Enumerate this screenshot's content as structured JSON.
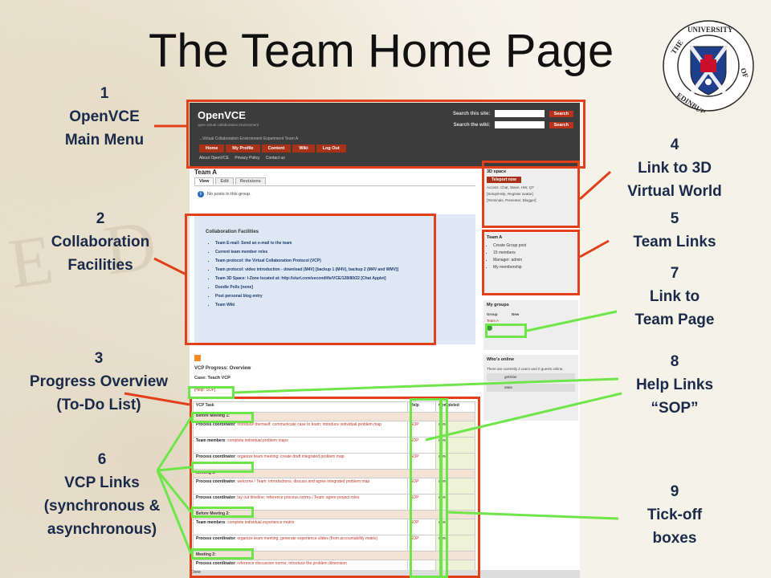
{
  "slide": {
    "title": "The Team Home Page"
  },
  "crest_icon": "university-of-edinburgh-crest",
  "colors": {
    "callout_red": "#e2401b",
    "callout_green": "#6ee64a",
    "label_navy": "#1a2a4a",
    "openvce_red": "#a83218"
  },
  "annotations": [
    {
      "num": "1",
      "text": [
        "OpenVCE",
        "Main Menu"
      ]
    },
    {
      "num": "2",
      "text": [
        "Collaboration",
        "Facilities"
      ]
    },
    {
      "num": "3",
      "text": [
        "Progress Overview",
        "(To-Do List)"
      ]
    },
    {
      "num": "4",
      "text": [
        "Link to 3D",
        "Virtual World"
      ]
    },
    {
      "num": "5",
      "text": [
        "Team Links"
      ]
    },
    {
      "num": "6",
      "text": [
        "VCP Links",
        "(synchronous &",
        "asynchronous)"
      ]
    },
    {
      "num": "7",
      "text": [
        "Link to",
        "Team Page"
      ]
    },
    {
      "num": "8",
      "text": [
        "Help Links",
        "“SOP”"
      ]
    },
    {
      "num": "9",
      "text": [
        "Tick-off",
        "boxes"
      ]
    }
  ],
  "screenshot": {
    "logo": "OpenVCE",
    "logo_sub": "open virtual collaboration environment",
    "search_site_label": "Search this site:",
    "search_wiki_label": "Search the wiki:",
    "search_button": "Search",
    "env_line": "...Virtual Collaboration Environment Experiment Team A",
    "nav": [
      "Home",
      "My Profile",
      "Content",
      "Wiki",
      "Log Out"
    ],
    "subnav": [
      "About OpenVCE",
      "Privacy Policy",
      "Contact us"
    ],
    "team_title": "Team A",
    "tabs": [
      "View",
      "Edit",
      "Revisions"
    ],
    "no_posts": "No posts in this group.",
    "collab_title": "Collaboration Facilities",
    "collab_items": [
      "Team E-mail: Send an e-mail to the team",
      "Current team member roles",
      "Team protocol: the Virtual Collaboration Protocol (VCP)",
      "Team protocol: video introduction - download (M4V) [backup 1 (M4V), backup 2 (M4V and WMV)]",
      "Team 3D Space: I-Zone located at: http://slurl.com/secondlife/VCE/128/80/22 [Chat Applet]",
      "Doodle Polls [none]",
      "Post personal blog entry",
      "Team Wiki"
    ],
    "progress_title": "VCP Progress: Overview",
    "progress_case": "Case: Teach VCP",
    "progress_help": "[Help: SOP]",
    "table_headers": {
      "task": "VCP Task",
      "help": "Help",
      "completed": "Completed"
    },
    "rows": [
      {
        "group": "Before Meeting 1:"
      },
      {
        "role": "Process coordinator",
        "text": "introduce themself; communicate case to team; introduce individual problem map",
        "help": "SOP",
        "done": "done"
      },
      {
        "role": "Team members",
        "text": "complete individual problem maps",
        "help": "SOP",
        "done": "done"
      },
      {
        "role": "Process coordinator",
        "text": "organize team meeting; create draft integrated problem map",
        "help": "SOP",
        "done": "done"
      },
      {
        "group": "Meeting 1:"
      },
      {
        "role": "Process coordinator",
        "text": "welcome / Team: introductions; discuss and agree integrated problem map",
        "help": "SOP",
        "done": "done"
      },
      {
        "role": "Process coordinator",
        "text": "lay out timeline; reference process norms / Team: agree project roles",
        "help": "SOP",
        "done": "done"
      },
      {
        "group": "Before Meeting 2:"
      },
      {
        "role": "Team members",
        "text": "complete individual experience matrix",
        "help": "SOP",
        "done": "done"
      },
      {
        "role": "Process coordinator",
        "text": "organize team meeting; generate experience slides (from accountability matrix)",
        "help": "SOP",
        "done": "done"
      },
      {
        "group": "Meeting 2:"
      },
      {
        "role": "Process coordinator",
        "text": "reference discussion norms; introduce the problem dimension",
        "help": "",
        "done": ""
      }
    ],
    "status": "Done",
    "side": {
      "space_title": "3D space",
      "teleport": "Teleport now",
      "access": "Access: Chat, Wave, HW, QT",
      "setup": "[Setup/Help, Register avatar]",
      "terminals": "[Terminals, Presenter, Blogger]",
      "team_title": "Team A",
      "team_links": [
        "Create Group post",
        "15 members",
        "Manager: admin",
        "My membership"
      ],
      "groups_title": "My groups",
      "groups_cols": [
        "Group",
        "New"
      ],
      "groups_item": "Team A",
      "online_title": "Who's online",
      "online_text": "There are currently 2 users and 0 guests online.",
      "users": [
        "getzkier",
        "atate"
      ]
    }
  }
}
